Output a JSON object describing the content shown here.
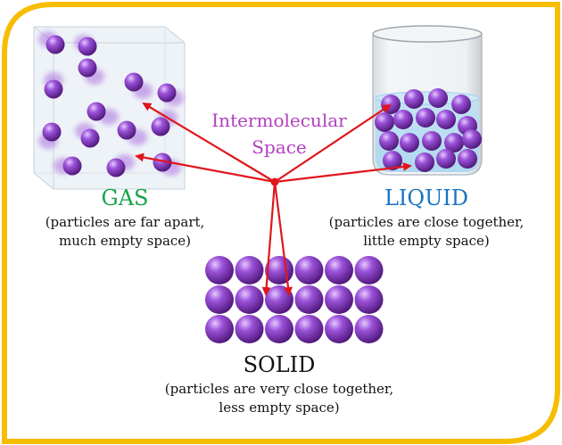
{
  "center_label": "Intermolecular\nSpace",
  "states": {
    "gas": {
      "title": "GAS",
      "desc": "(particles are far apart,\nmuch empty space)"
    },
    "liquid": {
      "title": "LIQUID",
      "desc": "(particles are close together,\nlittle empty space)"
    },
    "solid": {
      "title": "SOLID",
      "desc": "(particles are very close together,\nless empty space)"
    }
  },
  "colors": {
    "border": "#F7BD00",
    "arrows": "#E0161B",
    "particle": "#8A3FC4",
    "gas_title": "#16A34A",
    "liquid_title": "#1A73C4",
    "solid_title": "#111111",
    "center_label": "#B23FC0"
  }
}
